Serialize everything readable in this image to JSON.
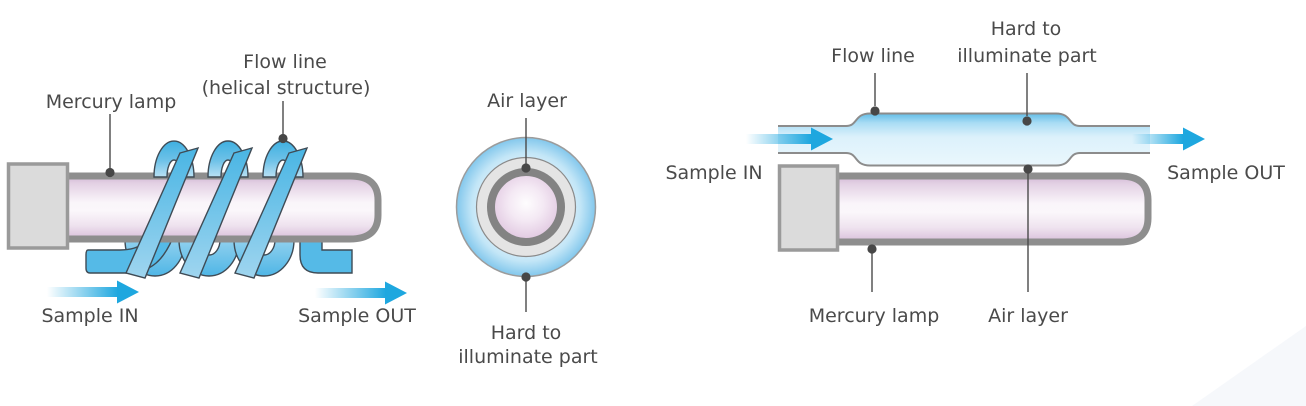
{
  "left": {
    "mercury_lamp": "Mercury lamp",
    "flow_line_line1": "Flow line",
    "flow_line_line2": "(helical structure)",
    "sample_in": "Sample IN",
    "sample_out": "Sample OUT"
  },
  "center": {
    "air_layer": "Air layer",
    "hard_line1": "Hard to",
    "hard_line2": "illuminate part"
  },
  "right": {
    "flow_line": "Flow line",
    "hard_line1": "Hard to",
    "hard_line2": "illuminate part",
    "sample_in": "Sample IN",
    "sample_out": "Sample OUT",
    "mercury_lamp": "Mercury lamp",
    "air_layer": "Air layer"
  },
  "colors": {
    "flow_blue": "#55BAE7",
    "arrow_cyan": "#1EA7DF",
    "lamp_border_grey": "#8E8E8E",
    "lamp_pink": "#DFC6DF",
    "air_layer_grey": "#E4E4E4",
    "label_text": "#4A4A4A"
  }
}
